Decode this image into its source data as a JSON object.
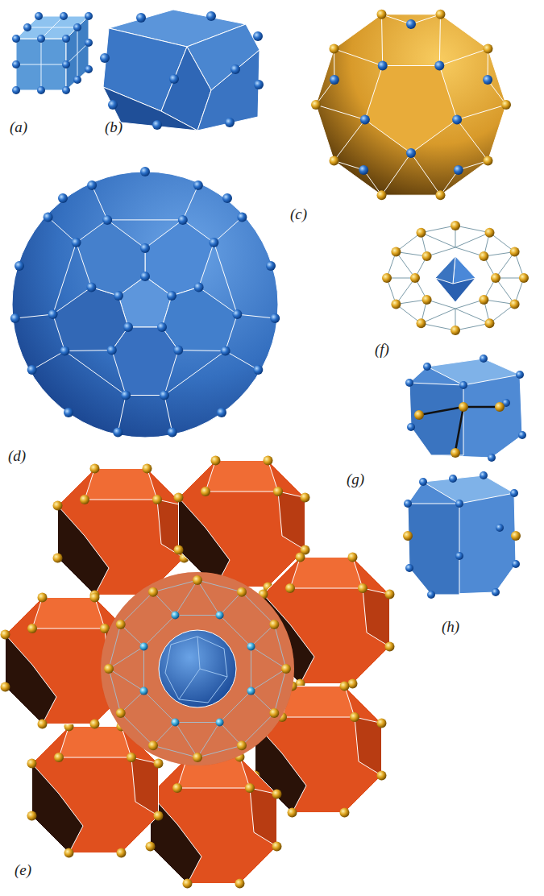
{
  "diagram": {
    "labels": [
      "(a)",
      "(b)",
      "(c)",
      "(d)",
      "(f)",
      "(g)",
      "(h)",
      "(e)"
    ]
  }
}
